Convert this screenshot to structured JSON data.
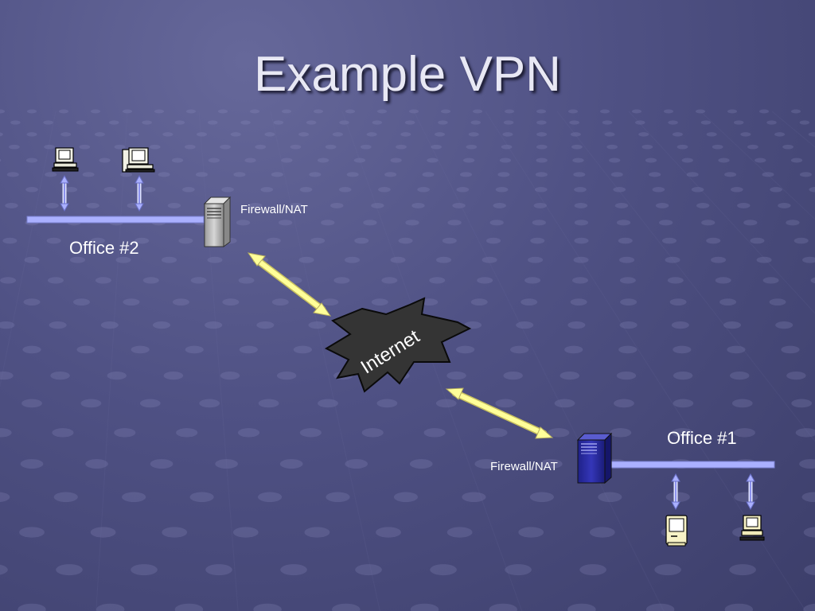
{
  "slide": {
    "title": "Example VPN"
  },
  "diagram": {
    "office2_label": "Office #2",
    "office1_label": "Office #1",
    "firewall_top_label": "Firewall/NAT",
    "firewall_bottom_label": "Firewall/NAT",
    "internet_label": "Internet"
  },
  "colors": {
    "background": "#4f5184",
    "lan_line": "#aab0ff",
    "link_arrow": "#ffff99",
    "server_gray": "#bdbdbd",
    "server_blue": "#2d2fa6",
    "internet_fill": "#333333"
  },
  "icons": {
    "office2_computers": [
      "desktop-computer-icon",
      "desktop-computer-icon"
    ],
    "office1_computers": [
      "mac-computer-icon",
      "desktop-computer-icon"
    ],
    "firewall_top": "server-tower-icon",
    "firewall_bottom": "server-tower-icon",
    "internet": "starburst-cloud-icon"
  }
}
